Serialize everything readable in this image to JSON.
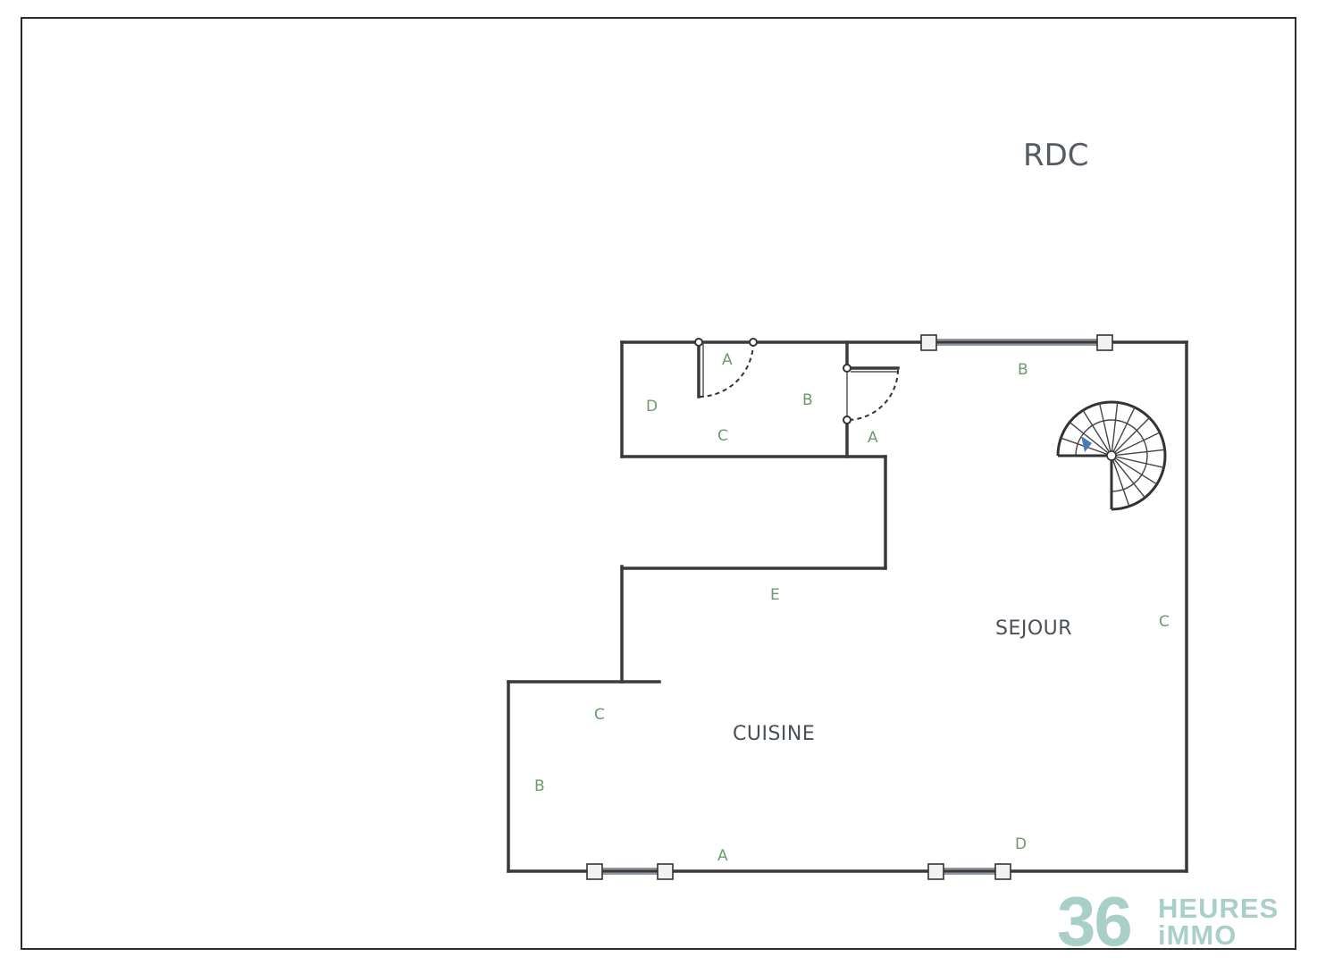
{
  "plan": {
    "level_title": "RDC",
    "rooms": {
      "sejour": "SEJOUR",
      "cuisine": "CUISINE"
    },
    "wall_labels": {
      "entry_a": "A",
      "entry_b": "B",
      "entry_c": "C",
      "entry_d": "D",
      "wc_a": "A",
      "sejour_b": "B",
      "sejour_c": "C",
      "sejour_e": "E",
      "cuisine_c": "C",
      "cuisine_b": "B",
      "cuisine_a": "A",
      "cuisine_d": "D"
    }
  },
  "logo": {
    "number": "36",
    "line1": "HEURES",
    "line2": "iMMO",
    "color": "#a9cfc9"
  },
  "colors": {
    "walls": "#3a3a3a",
    "wall_letters": "#6d9a6d",
    "stair_arrow": "#4e78b8"
  }
}
